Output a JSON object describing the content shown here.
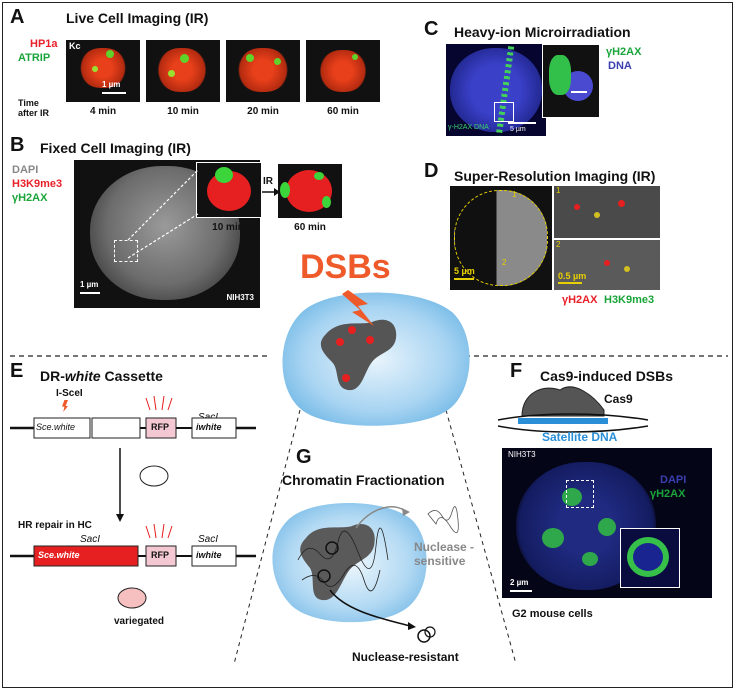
{
  "panels": {
    "a": {
      "label": "A",
      "title": "Live Cell Imaging (IR)",
      "legend": [
        "HP1a",
        "ATRIP"
      ],
      "cell_line": "Kc",
      "time_label": "Time after IR",
      "scale": "1 µm",
      "times": [
        "4 min",
        "10 min",
        "20 min",
        "60 min"
      ]
    },
    "b": {
      "label": "B",
      "title": "Fixed Cell Imaging (IR)",
      "legend": [
        "DAPI",
        "H3K9me3",
        "γH2AX"
      ],
      "cell_line": "NIH3T3",
      "scale": "1 µm",
      "arrow_label": "IR",
      "times": [
        "10 min",
        "60 min"
      ]
    },
    "c": {
      "label": "C",
      "title": "Heavy-ion Microirradiation",
      "legend": [
        "γH2AX",
        "DNA"
      ],
      "inner_text": "γ-H2AX DNA",
      "scale": "5 µm"
    },
    "d": {
      "label": "D",
      "title": "Super-Resolution Imaging (IR)",
      "scale1": "5 µm",
      "scale2": "0.5 µm",
      "legend": [
        "γH2AX",
        "H3K9me3"
      ],
      "insets": [
        "1",
        "2"
      ]
    },
    "center": {
      "title": "DSBs"
    },
    "e": {
      "label": "E",
      "title_pre": "DR-",
      "title_em": "white",
      "title_post": " Cassette",
      "enzyme": "I-SceI",
      "site": "SacI",
      "boxes": [
        "Sce.white",
        "RFP",
        "iwhite"
      ],
      "repair_label": "HR repair in HC",
      "phenotype": "variegated"
    },
    "f": {
      "label": "F",
      "title": "Cas9-induced DSBs",
      "protein": "Cas9",
      "dna": "Satellite DNA",
      "cell_line": "NIH3T3",
      "legend": [
        "DAPI",
        "γH2AX"
      ],
      "scale": "2 µm",
      "caption": "G2 mouse cells"
    },
    "g": {
      "label": "G",
      "title": "Chromatin Fractionation",
      "sensitive": "Nuclease -sensitive",
      "resistant": "Nuclease-resistant"
    }
  },
  "colors": {
    "red": "#e8202a",
    "green": "#1aa53a",
    "blue": "#3a3fb0",
    "cell_blue": "#8fc6ec",
    "heterochromatin": "#5a5a5a",
    "dsb_orange": "#ef5a2a"
  }
}
